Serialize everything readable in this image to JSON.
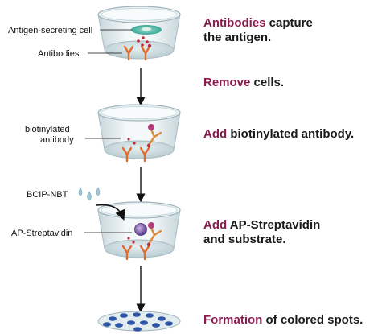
{
  "labels": {
    "antigen_cell": "Antigen-secreting cell",
    "antibodies": "Antibodies",
    "biotin_1": "biotinylated",
    "biotin_2": "antibody",
    "bcip": "BCIP-NBT",
    "ap_strep": "AP-Streptavidin"
  },
  "steps": [
    {
      "highlight": "Antibodies",
      "text": " capture",
      "line2": "the antigen."
    },
    {
      "highlight": "Remove",
      "text": " cells."
    },
    {
      "highlight": "Add",
      "text": " biotinylated antibody."
    },
    {
      "highlight": "Add",
      "text": " AP-Streptavidin",
      "line2": "and substrate."
    },
    {
      "highlight": "Formation",
      "text": " of colored spots."
    }
  ],
  "colors": {
    "highlight": "#8a1d4e",
    "dish_rim": "#b8c7cf",
    "dish_base": "#cfe0e3",
    "antibody": "#e26a2c",
    "biotin": "#b23b78",
    "cell": "#5fbfae",
    "spots": "#2f55a6",
    "drops": "#9fc6d3"
  }
}
